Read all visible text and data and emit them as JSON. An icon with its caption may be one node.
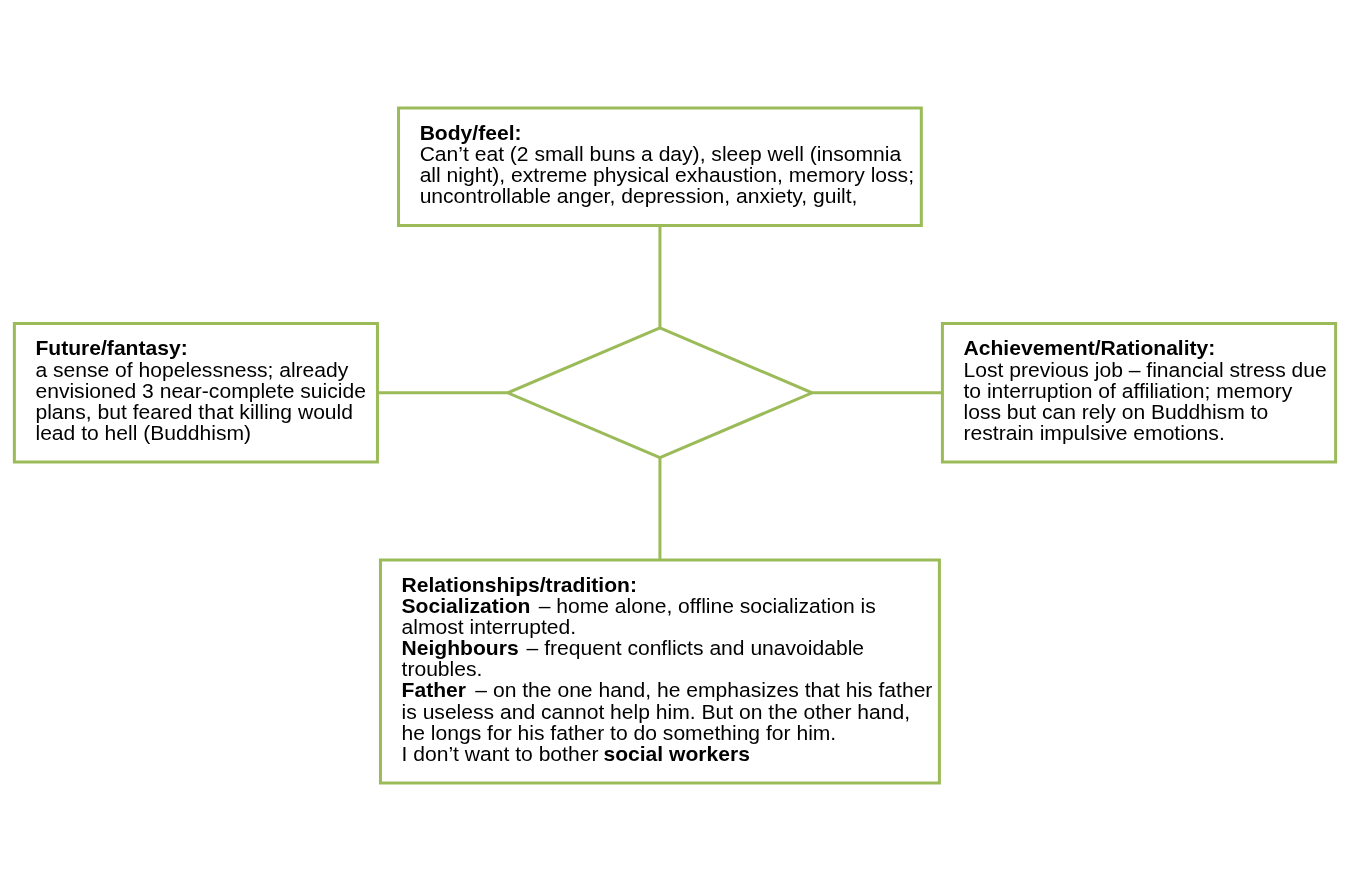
{
  "diagram": {
    "nodes": [
      {
        "text": [
          "Body/feel:",
          "Can’t eat (2 small buns a day), sleep well (insomnia all night), extreme physical exhaustion, memory loss; uncontrollable anger, depression, anxiety, guilt,"
        ]
      },
      {
        "text": [
          "Future/fantasy:",
          "a sense of hopelessness; already envisioned 3 near-complete suicide plans, but feared that killing would lead to hell (Buddhism)"
        ]
      },
      {
        "text": [],
        "shape": "diamond"
      },
      {
        "text": [
          "Achievement/Rationality:",
          "Lost previous job – financial stress due to interruption of affiliation; memory loss but can rely on Buddhism to restrain impulsive emotions."
        ]
      },
      {
        "text": [
          "Relationships/tradition:",
          "**Socialization** – home alone, offline socialization is almost interrupted.",
          "**Neighbours** – frequent conflicts and unavoidable troubles.",
          "**Father** – on the one hand, he emphasizes that his father is useless and cannot help him. But on the other hand, he longs for his father to do something for him.",
          "I don’t want to bother **social workers**"
        ]
      }
    ],
    "edges": [
      {
        "from": 0,
        "to": 2,
        "arrow": "none"
      },
      {
        "from": 1,
        "to": 2,
        "arrow": "none"
      },
      {
        "from": 2,
        "to": 3,
        "arrow": "none"
      },
      {
        "from": 2,
        "to": 4,
        "arrow": "none"
      }
    ]
  }
}
